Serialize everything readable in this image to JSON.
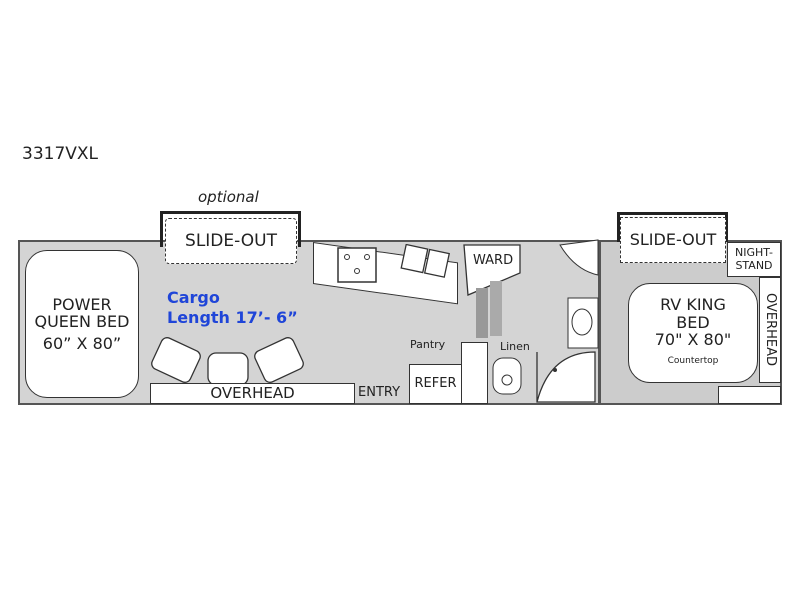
{
  "model": "3317VXL",
  "labels": {
    "optional": "optional",
    "front_slide": "SLIDE-OUT",
    "rear_slide": "SLIDE-OUT",
    "queen_bed": [
      "POWER",
      "QUEEN BED",
      "60” X 80”"
    ],
    "cargo": [
      "Cargo",
      "Length 17’- 6”"
    ],
    "overhead_front": "OVERHEAD",
    "entry": "ENTRY",
    "ward": "WARD",
    "pantry": "Pantry",
    "linen": "Linen",
    "refer": "REFER",
    "nightstand": [
      "NIGHT-",
      "STAND"
    ],
    "king_bed": [
      "RV KING",
      "BED",
      "70\" X 80\""
    ],
    "overhead_rear": "OVERHEAD",
    "countertop": "Countertop"
  },
  "colors": {
    "floor": "#d4d4d4",
    "cargo_text": "#1f45d8",
    "walls": "#333333"
  }
}
